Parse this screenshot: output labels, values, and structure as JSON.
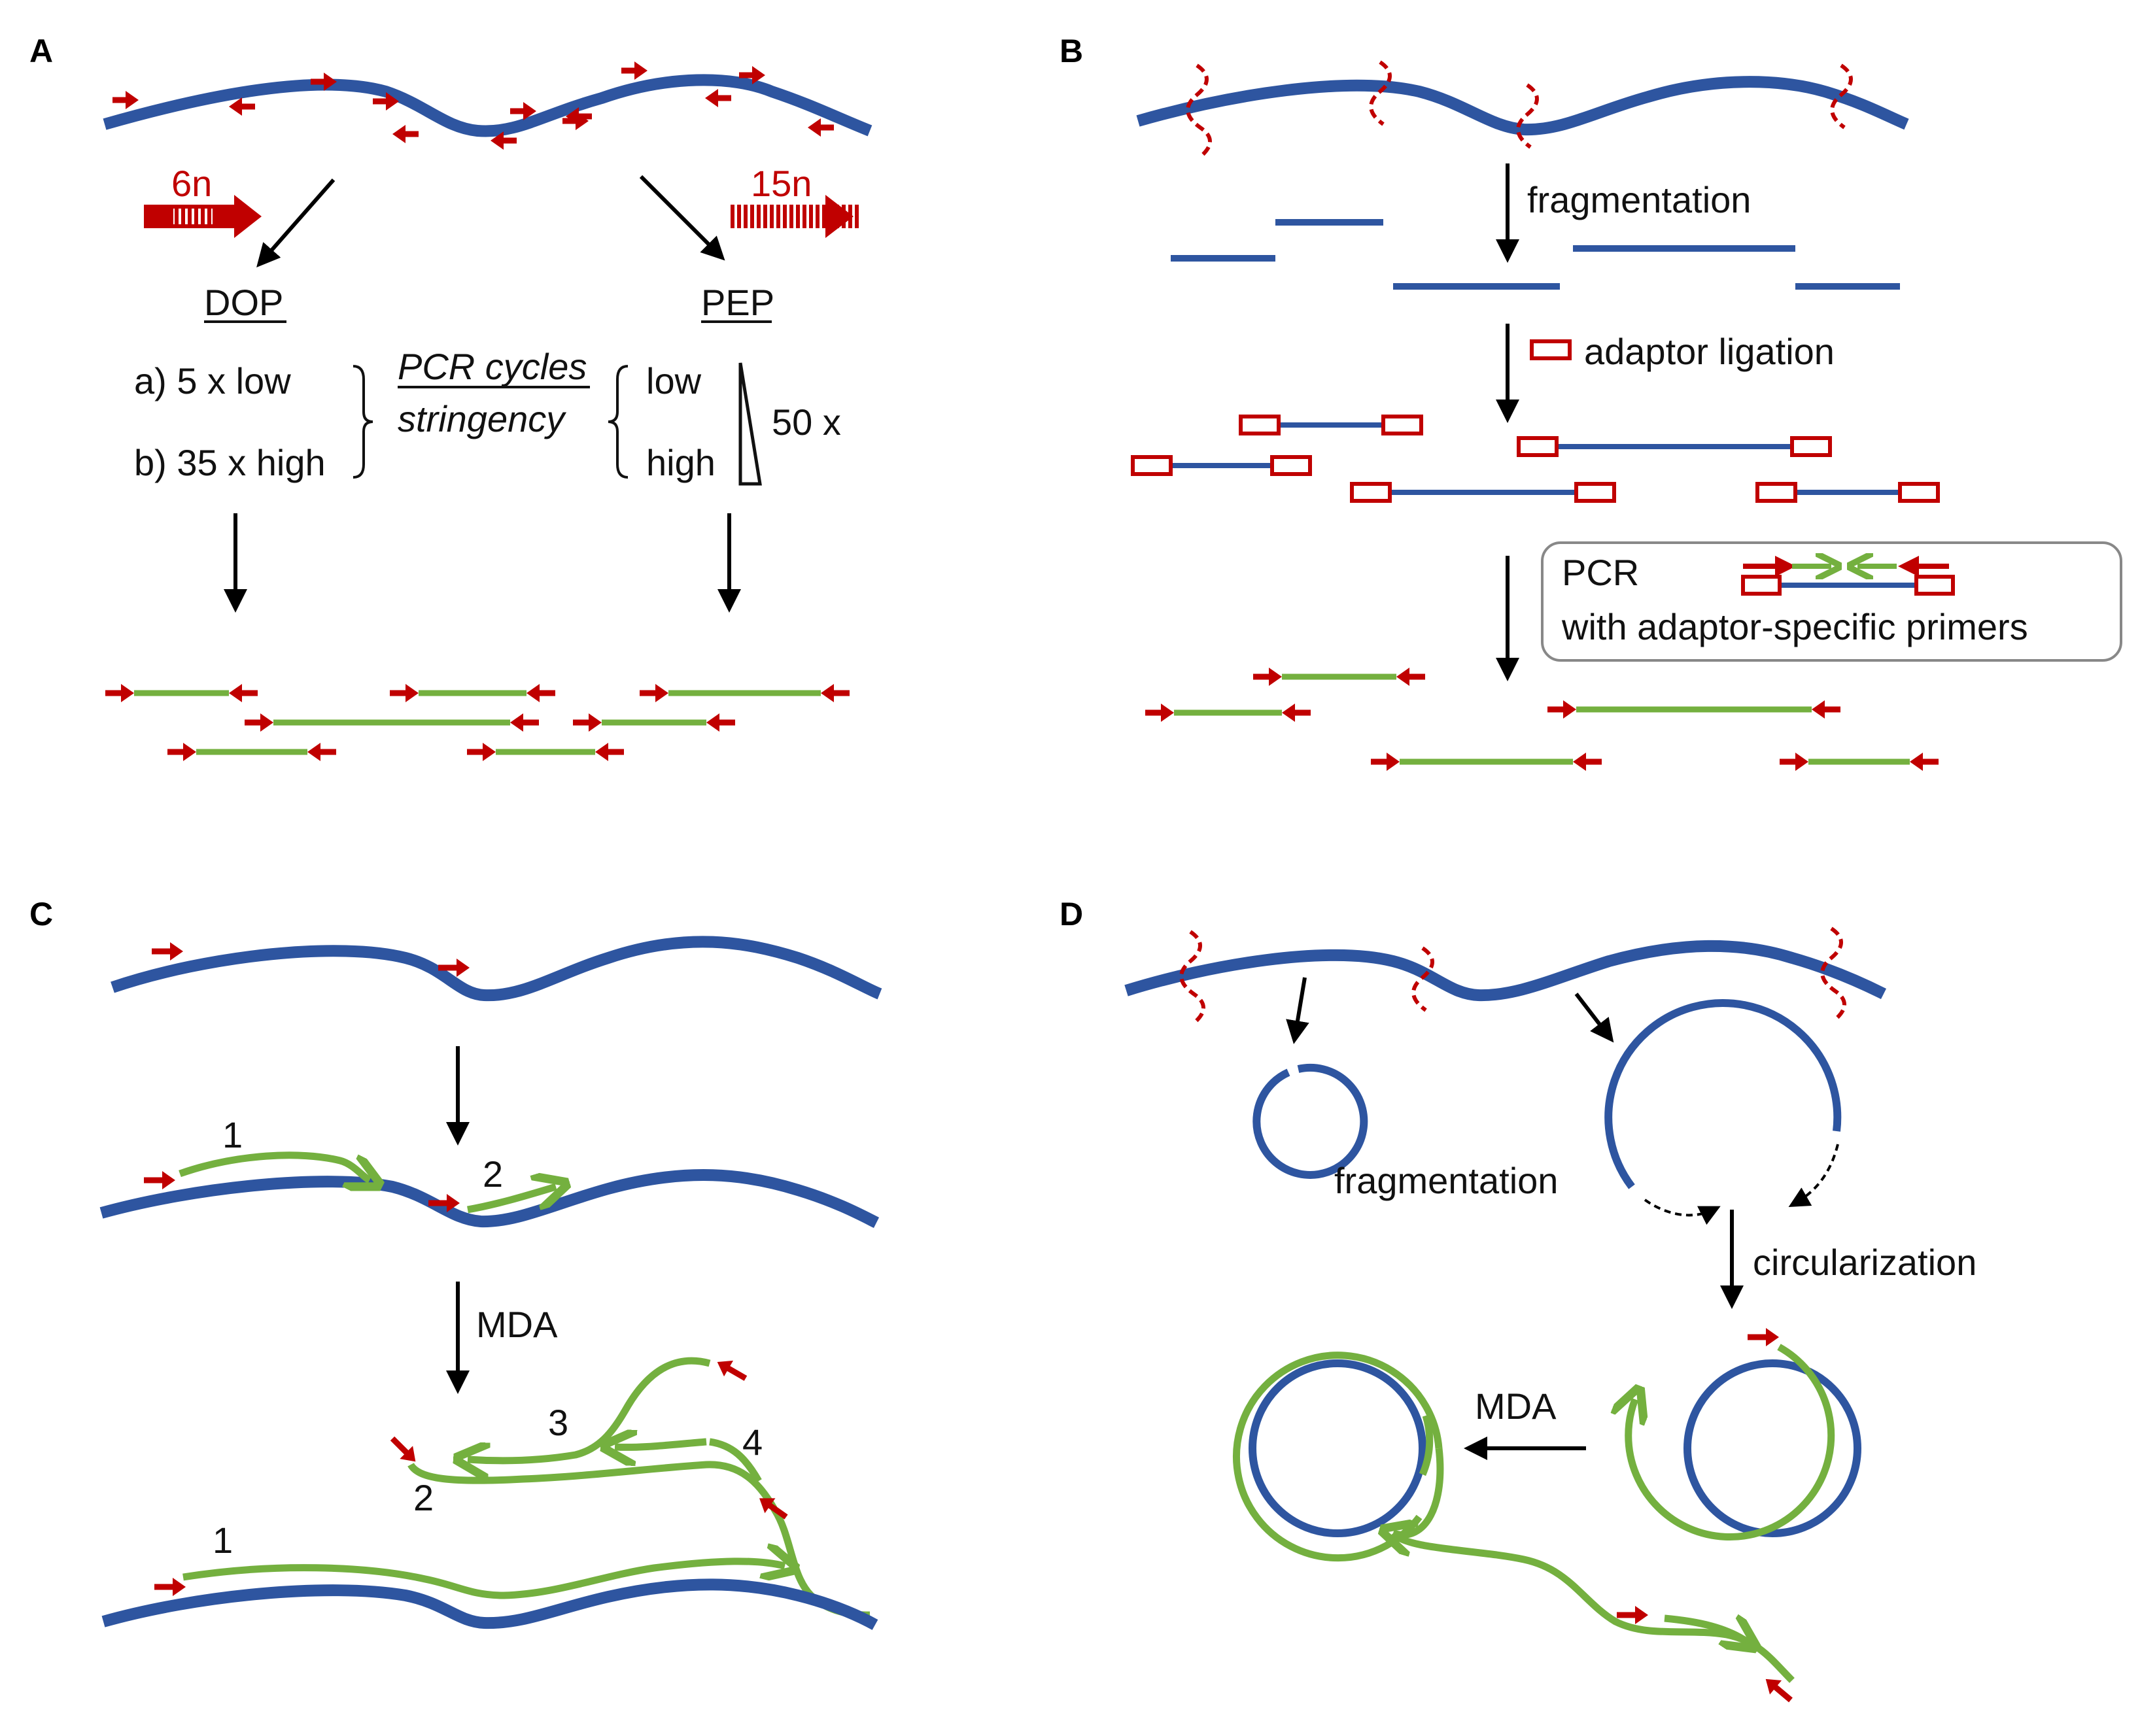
{
  "panels": {
    "a": {
      "label": "A",
      "dop_primer": "6n",
      "pep_primer": "15n",
      "dop": "DOP",
      "pep": "PEP",
      "dop_a": "a) 5 x low",
      "dop_b": "b) 35 x high",
      "pcr_cycles": "PCR cycles",
      "stringency": "stringency",
      "pep_low": "low",
      "pep_high": "high",
      "pep_cycles": "50 x"
    },
    "b": {
      "label": "B",
      "fragmentation": "fragmentation",
      "adaptor_ligation": "adaptor ligation",
      "pcr": "PCR",
      "pcr_primers": "with adaptor-specific primers"
    },
    "c": {
      "label": "C",
      "n1": "1",
      "n2": "2",
      "mda": "MDA",
      "n3": "3",
      "n4": "4",
      "n2b": "2",
      "n1b": "1"
    },
    "d": {
      "label": "D",
      "fragmentation": "fragmentation",
      "circularization": "circularization",
      "mda": "MDA"
    }
  },
  "colors": {
    "dna_strand": "#2e55a0",
    "amplicon": "#74b03f",
    "primer": "#c00000",
    "arrow": "#000000"
  }
}
